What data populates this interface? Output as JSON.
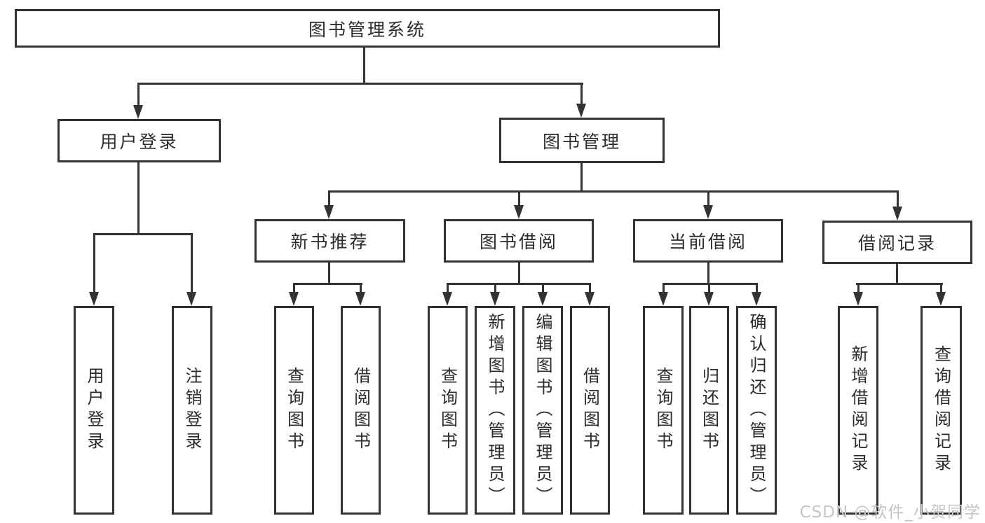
{
  "tree": {
    "label": "图书管理系统",
    "children": [
      {
        "label": "用户登录",
        "children": [
          {
            "label": "用户登录"
          },
          {
            "label": "注销登录"
          }
        ]
      },
      {
        "label": "图书管理",
        "children": [
          {
            "label": "新书推荐",
            "children": [
              {
                "label": "查询图书"
              },
              {
                "label": "借阅图书"
              }
            ]
          },
          {
            "label": "图书借阅",
            "children": [
              {
                "label": "查询图书"
              },
              {
                "label": "新增图书（管理员）"
              },
              {
                "label": "编辑图书（管理员）"
              },
              {
                "label": "借阅图书"
              }
            ]
          },
          {
            "label": "当前借阅",
            "children": [
              {
                "label": "查询图书"
              },
              {
                "label": "归还图书"
              },
              {
                "label": "确认归还（管理员）"
              }
            ]
          },
          {
            "label": "借阅记录",
            "children": [
              {
                "label": "新增借阅记录"
              },
              {
                "label": "查询借阅记录"
              }
            ]
          }
        ]
      }
    ]
  },
  "watermark": "CSDN @软件_小贺同学",
  "colors": {
    "line": "#333333",
    "text": "#2b2b2b",
    "background": "#ffffff",
    "watermark": "#c6c6c6"
  }
}
